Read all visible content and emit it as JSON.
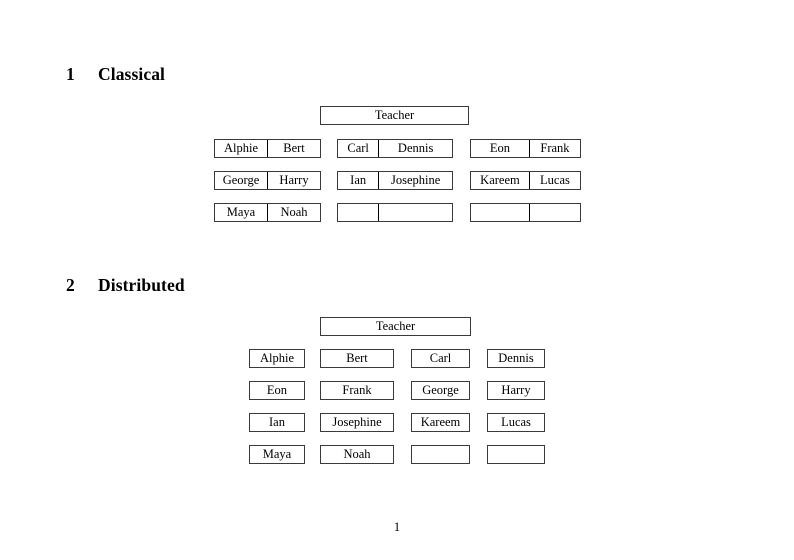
{
  "document": {
    "page_number": "1",
    "text_color": "#000000",
    "rule_color": "#3a3a3a",
    "background": "#ffffff"
  },
  "sections": [
    {
      "number": "1",
      "title": "Classical",
      "teacher_label": "Teacher",
      "layout": "grouped",
      "groups": [
        {
          "name": "group-left",
          "rows": [
            [
              "Alphie",
              "Bert"
            ],
            [
              "George",
              "Harry"
            ],
            [
              "Maya",
              "Noah"
            ]
          ]
        },
        {
          "name": "group-middle",
          "rows": [
            [
              "Carl",
              "Dennis"
            ],
            [
              "Ian",
              "Josephine"
            ],
            [
              "",
              ""
            ]
          ]
        },
        {
          "name": "group-right",
          "rows": [
            [
              "Eon",
              "Frank"
            ],
            [
              "Kareem",
              "Lucas"
            ],
            [
              "",
              ""
            ]
          ]
        }
      ]
    },
    {
      "number": "2",
      "title": "Distributed",
      "teacher_label": "Teacher",
      "layout": "flat",
      "rows": [
        [
          "Alphie",
          "Bert",
          "Carl",
          "Dennis"
        ],
        [
          "Eon",
          "Frank",
          "George",
          "Harry"
        ],
        [
          "Ian",
          "Josephine",
          "Kareem",
          "Lucas"
        ],
        [
          "Maya",
          "Noah",
          "",
          ""
        ]
      ]
    }
  ]
}
